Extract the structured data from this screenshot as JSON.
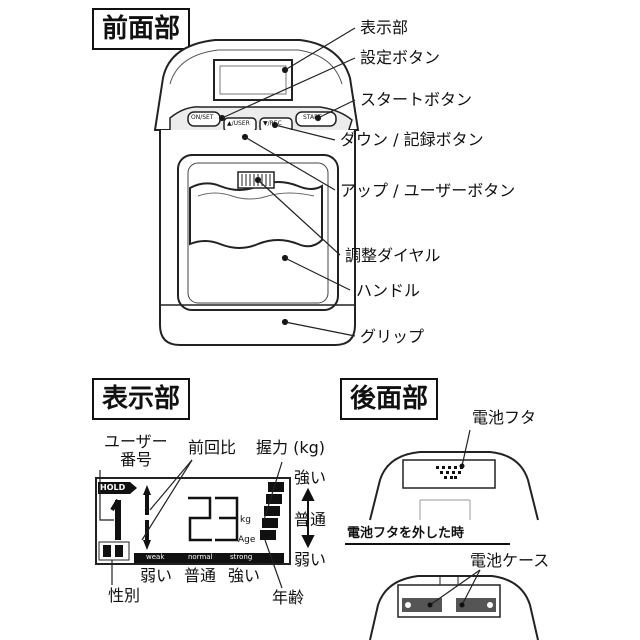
{
  "sections": {
    "front": {
      "title": "前面部",
      "labels": {
        "display": "表示部",
        "set_button": "設定ボタン",
        "start_button": "スタートボタン",
        "down_record_button": "ダウン / 記録ボタン",
        "up_user_button": "アップ / ユーザーボタン",
        "dial": "調整ダイヤル",
        "handle": "ハンドル",
        "grip": "グリップ"
      },
      "button_text": {
        "left": "ON/SET",
        "mid": "▲/USER",
        "right": "▼/REC",
        "start": "START"
      }
    },
    "display_section": {
      "title": "表示部",
      "labels": {
        "user_number_line1": "ユーザー",
        "user_number_line2": "番号",
        "prev_ratio": "前回比",
        "grip_force": "握力 (kg)",
        "strong": "強い",
        "normal": "普通",
        "weak": "弱い",
        "gender": "性別",
        "age": "年齢",
        "bottom_weak": "弱い",
        "bottom_normal": "普通",
        "bottom_strong": "強い"
      },
      "lcd": {
        "hold": "HOLD",
        "user_digit": "1",
        "value": "23",
        "unit": "kg",
        "age": "Age",
        "bar_weak": "weak",
        "bar_normal": "normal",
        "bar_strong": "strong"
      }
    },
    "back": {
      "title": "後面部",
      "labels": {
        "battery_cover": "電池フタ",
        "cover_removed": "電池フタを外した時",
        "battery_case": "電池ケース"
      }
    }
  }
}
